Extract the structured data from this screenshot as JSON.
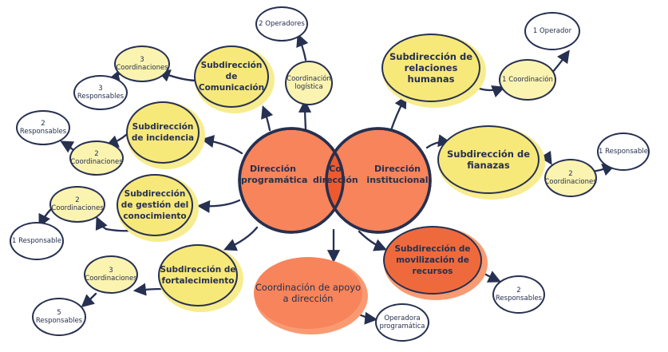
{
  "venn": {
    "left_label": "Dirección programática",
    "right_label": "Dirección institucional",
    "center_label": "Co dirección"
  },
  "nodes": {
    "sub_comunicacion": "Subdirección de Comunicación",
    "coord_comunicacion": "3 Coordinaciones",
    "resp_comunicacion": "3 Responsables",
    "coord_logistica": "Coordinación logística",
    "op_logistica": "2 Operadores",
    "sub_incidencia": "Subdirección de incidencia",
    "coord_incidencia": "2 Coordinaciones",
    "resp_incidencia": "2 Responsables",
    "sub_conocimiento": "Subdirección de gestión del conocimiento",
    "coord_conocimiento": "2 Coordinaciones",
    "resp_conocimiento": "1 Responsable",
    "sub_fortalecimiento": "Subdirección de fortalecimiento",
    "coord_fortalecimiento": "3 Coordinaciones",
    "resp_fortalecimiento": "5 Responsables",
    "coord_apoyo": "Coordinación de apoyo a dirección",
    "op_apoyo": "Operadora programática",
    "sub_rrhh": "Subdirección de relaciones humanas",
    "coord_rrhh": "1 Coordinación",
    "op_rrhh": "1 Operador",
    "sub_finanzas": "Subdirección de fianazas",
    "coord_finanzas": "2 Coordinaciones",
    "resp_finanzas": "1 Responsable",
    "sub_movilizacion": "Subdirección de movilización de recursos",
    "resp_movilizacion": "2 Responsables"
  },
  "colors": {
    "outline": "#263050",
    "yellow": "#f7e87a",
    "pale_yellow": "#fbf3b0",
    "orange": "#f7845a",
    "orange_dark": "#ee6a3d"
  }
}
